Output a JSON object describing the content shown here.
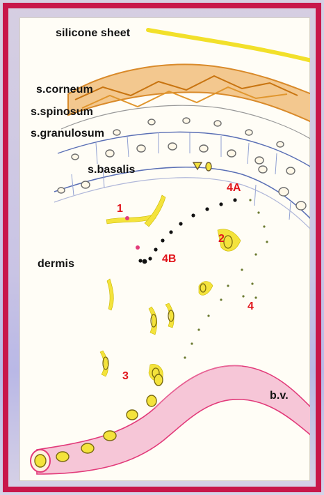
{
  "labels": {
    "silicone_sheet": "silicone sheet",
    "s_corneum": "s.corneum",
    "s_spinosum": "s.spinosum",
    "s_granulosum": "s.granulosum",
    "s_basalis": "s.basalis",
    "dermis": "dermis",
    "bv": "b.v."
  },
  "markers": {
    "m1": "1",
    "m2": "2",
    "m3": "3",
    "m4": "4",
    "m4a": "4A",
    "m4b": "4B"
  },
  "colors": {
    "frame": "#c8164a",
    "background": "#fffdf6",
    "silicone": "#f2e02a",
    "corneum": "#d98a2a",
    "cells": "#5a6fb5",
    "vessel": "#e23b7a",
    "fibroblast": "#f4e33c",
    "marker": "#e1141b"
  }
}
